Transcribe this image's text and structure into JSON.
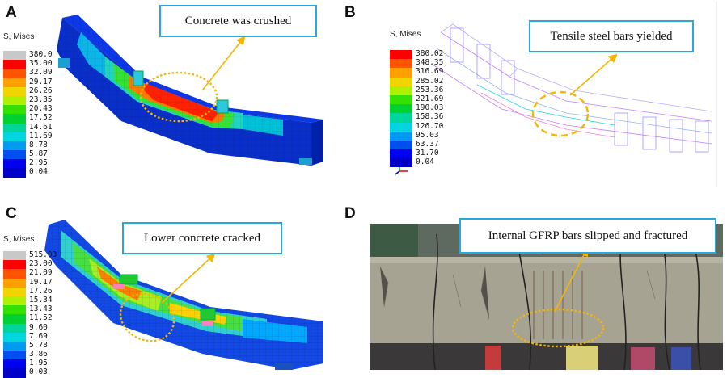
{
  "panels": [
    {
      "letter": "A",
      "contour_title": "S, Mises",
      "legend": [
        "380.0",
        "35.00",
        "32.09",
        "29.17",
        "26.26",
        "23.35",
        "20.43",
        "17.52",
        "14.61",
        "11.69",
        "8.78",
        "5.87",
        "2.95",
        "0.04"
      ],
      "callout": "Concrete was crushed"
    },
    {
      "letter": "B",
      "contour_title": "S, Mises",
      "legend": [
        "380.02",
        "348.35",
        "316.69",
        "285.02",
        "253.36",
        "221.69",
        "190.03",
        "158.36",
        "126.70",
        "95.03",
        "63.37",
        "31.70",
        "0.04"
      ],
      "callout": "Tensile steel bars yielded"
    },
    {
      "letter": "C",
      "contour_title": "S, Mises",
      "legend": [
        "515.03",
        "23.00",
        "21.09",
        "19.17",
        "17.26",
        "15.34",
        "13.43",
        "11.52",
        "9.60",
        "7.69",
        "5.78",
        "3.86",
        "1.95",
        "0.03"
      ],
      "callout": "Lower concrete cracked"
    },
    {
      "letter": "D",
      "callout": "Internal GFRP bars slipped and fractured"
    }
  ],
  "colors": {
    "callout_border": "#29a8dd",
    "arrow": "#f2b705",
    "dotted_ellipse": "#f2b705",
    "contour_scale": [
      "#c8c8c8",
      "#ff0000",
      "#ff5500",
      "#ffa000",
      "#f2d500",
      "#aef000",
      "#34e000",
      "#00d030",
      "#00d59a",
      "#00d5e0",
      "#009bf0",
      "#0050f0",
      "#0000f0",
      "#0000c8"
    ]
  }
}
